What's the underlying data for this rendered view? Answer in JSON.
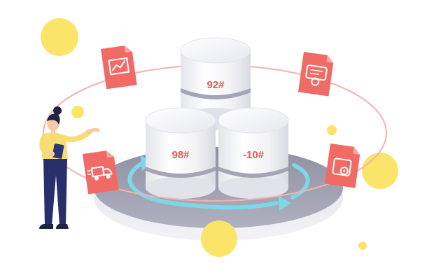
{
  "tanks": [
    {
      "label": "92#"
    },
    {
      "label": "98#"
    },
    {
      "label": "-10#"
    }
  ],
  "icons": [
    "line-chart-document-icon",
    "certificate-document-icon",
    "delivery-truck-document-icon",
    "location-pin-document-icon"
  ],
  "colors": {
    "accent_red": "#f06a66",
    "orbit_ring": "#f3b2ad",
    "cycle_arrow": "#7fd6e6",
    "platform": "#a3a4b3",
    "yellow_dot": "#fbe46a",
    "person_shirt": "#f8dd73",
    "person_pants": "#27306a",
    "label_red": "#e4595a"
  }
}
